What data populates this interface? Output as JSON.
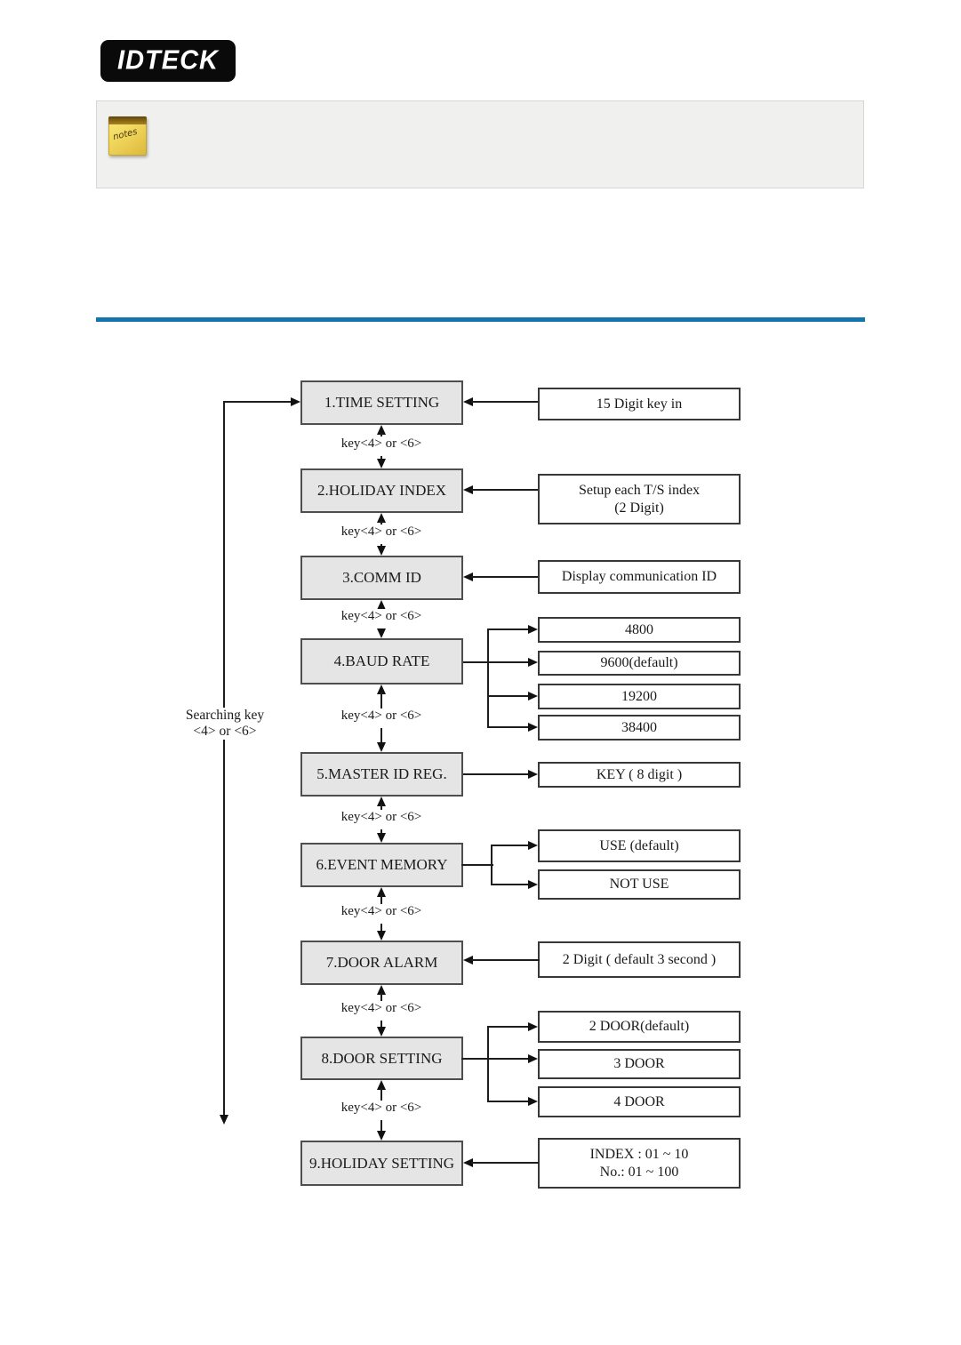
{
  "logo": {
    "text": "IDTECK"
  },
  "notes_panel": {
    "icon_label": "notes"
  },
  "colors": {
    "divider": "#1474ad",
    "menu_box_fill": "#e5e5e5",
    "line": "#1d1d1d"
  },
  "flowchart": {
    "key_label": "key<4> or <6>",
    "searching_key": {
      "line1": "Searching key",
      "line2": "<4> or <6>"
    },
    "menus": [
      {
        "label": "1.TIME SETTING"
      },
      {
        "label": "2.HOLIDAY INDEX"
      },
      {
        "label": "3.COMM ID"
      },
      {
        "label": "4.BAUD RATE"
      },
      {
        "label": "5.MASTER ID REG."
      },
      {
        "label": "6.EVENT MEMORY"
      },
      {
        "label": "7.DOOR ALARM"
      },
      {
        "label": "8.DOOR SETTING"
      },
      {
        "label": "9.HOLIDAY SETTING"
      }
    ],
    "notes": {
      "time_setting": "15 Digit key in",
      "holiday_index_1": "Setup each T/S index",
      "holiday_index_2": "(2 Digit)",
      "comm_id": "Display communication ID",
      "baud_rates": [
        "4800",
        "9600(default)",
        "19200",
        "38400"
      ],
      "master_id": "KEY ( 8 digit )",
      "event_memory": [
        "USE (default)",
        "NOT USE"
      ],
      "door_alarm": "2 Digit ( default  3 second )",
      "door_setting": [
        "2 DOOR(default)",
        "3 DOOR",
        "4 DOOR"
      ],
      "holiday_setting_1": "INDEX :  01 ~ 10",
      "holiday_setting_2": "No.: 01 ~ 100"
    }
  }
}
